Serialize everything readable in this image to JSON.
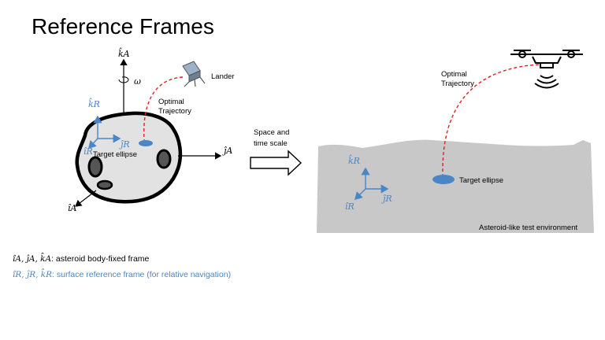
{
  "title": "Reference Frames",
  "left_panel": {
    "k_axis": "k̂A",
    "j_axis": "ĵA",
    "i_axis": "îA",
    "omega": "ω",
    "kR": "k̂R",
    "jR": "ĵR",
    "iR": "îR",
    "lander": "Lander",
    "trajectory_line1": "Optimal",
    "trajectory_line2": "Trajectory",
    "target": "Target ellipse"
  },
  "middle": {
    "line1": "Space and",
    "line2": "time scale"
  },
  "right_panel": {
    "trajectory_line1": "Optimal",
    "trajectory_line2": "Trajectory",
    "target": "Target ellipse",
    "kR": "k̂R",
    "jR": "ĵR",
    "iR": "îR",
    "environment": "Asteroid-like test environment"
  },
  "legend": {
    "line1_symbols": "îA, ĵA, k̂A",
    "line1_text": ": asteroid body-fixed frame",
    "line2_symbols": "îR, ĵR, k̂R",
    "line2_text": ": surface reference frame (for relative navigation)"
  },
  "colors": {
    "blue_frame": "#4a86c5",
    "trajectory": "#e02020",
    "asteroid_fill": "#e2e2e2",
    "ground_fill": "#c8c8c8",
    "ellipse_fill": "#4a86c5"
  }
}
